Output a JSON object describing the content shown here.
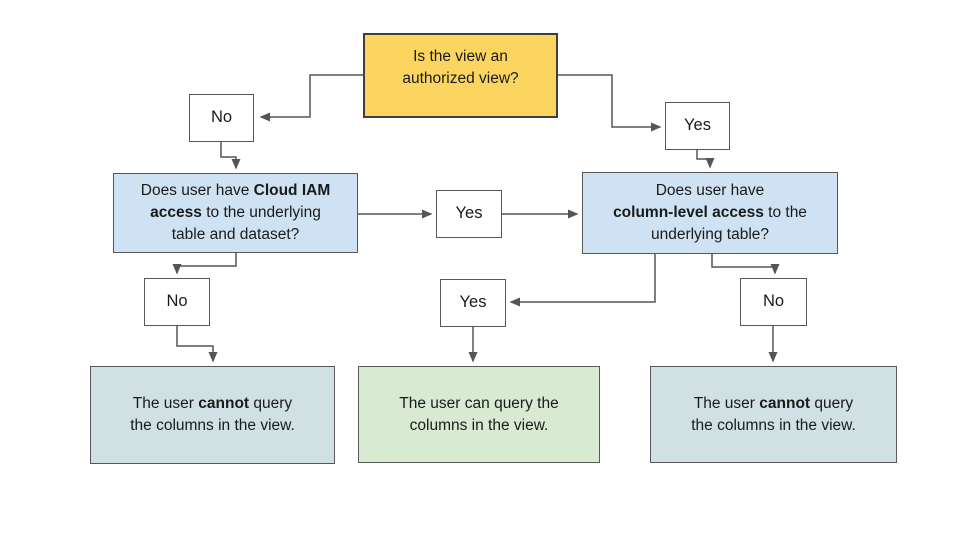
{
  "page": {
    "background": "#ffffff"
  },
  "colors": {
    "decision_fill": "#fcd561",
    "decision_border": "#3f3f3f",
    "question_fill": "#cfe2f3",
    "result_negative_fill": "#d0e0e3",
    "result_positive_fill": "#d9ead3",
    "small_box_fill": "#ffffff",
    "box_border": "#575757",
    "connector": "#555555",
    "text": "#1a1a1a"
  },
  "flowchart": {
    "root": {
      "text": "Is the view an\nauthorized view?"
    },
    "labels": {
      "no_top": "No",
      "yes_top": "Yes",
      "yes_mid": "Yes",
      "no_second_left": "No",
      "yes_second": "Yes",
      "no_second_right": "No"
    },
    "question_iam": {
      "pre": "Does user have ",
      "bold": "Cloud IAM\naccess",
      "post": " to the underlying\ntable and dataset?"
    },
    "question_column": {
      "pre": "Does user have\n",
      "bold": "column-level access",
      "post": " to the\nunderlying table?"
    },
    "result_left": {
      "pre": "The user ",
      "bold": "cannot",
      "post": " query\nthe columns in the view."
    },
    "result_middle": {
      "pre": "The user can query the\ncolumns in the view.",
      "bold": "",
      "post": ""
    },
    "result_right": {
      "pre": "The user ",
      "bold": "cannot",
      "post": " query\nthe columns in the view."
    }
  }
}
